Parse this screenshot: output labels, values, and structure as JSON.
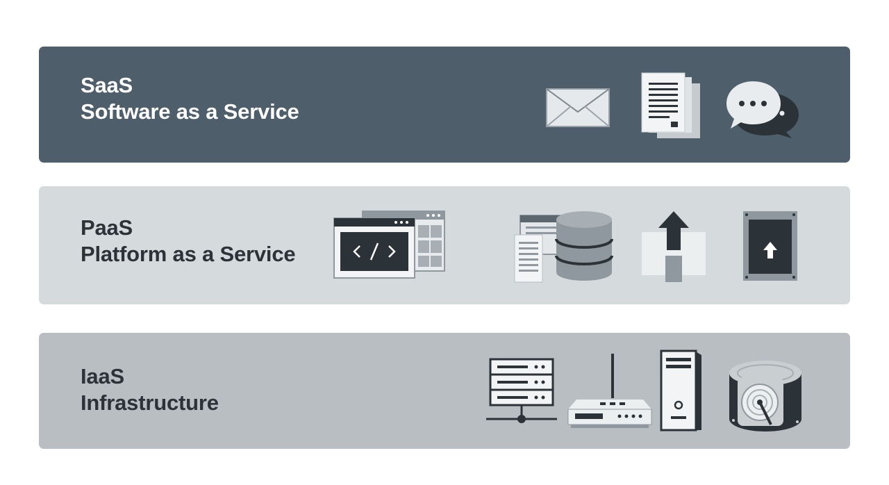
{
  "layers": {
    "saas": {
      "abbr": "SaaS",
      "full": "Software as a Service",
      "icons": [
        "envelope-icon",
        "document-icon",
        "chat-bubbles-icon"
      ]
    },
    "paas": {
      "abbr": "PaaS",
      "full": "Platform as a Service",
      "icons": [
        "code-window-icon",
        "database-icon",
        "upload-arrow-icon",
        "deploy-panel-icon"
      ]
    },
    "iaas": {
      "abbr": "IaaS",
      "full": "Infrastructure",
      "icons": [
        "server-rack-icon",
        "router-icon",
        "tower-server-icon",
        "hard-drive-icon"
      ]
    }
  },
  "colors": {
    "saas_band": "#4e5f6b",
    "paas_band": "#d5dadd",
    "iaas_band": "#b9bec2",
    "icon_dark": "#2b3238",
    "icon_light": "#eef0f1"
  }
}
